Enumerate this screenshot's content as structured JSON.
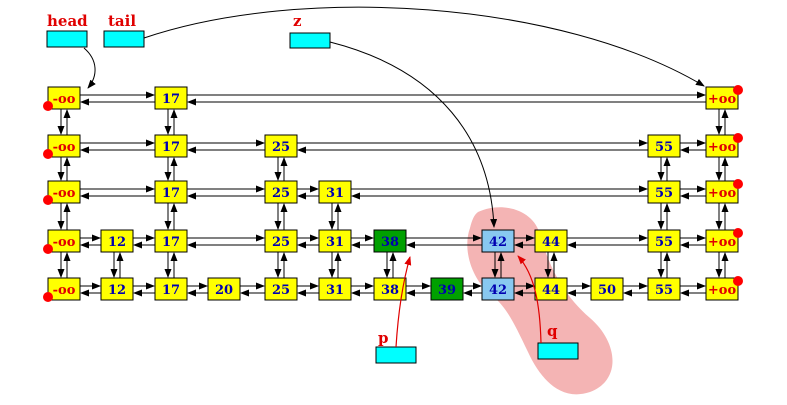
{
  "colors": {
    "node_fill": "#ffff00",
    "node_text": "#0000b0",
    "sentinel_text": "#e00000",
    "pointer_fill": "#00ffff",
    "label_text": "#e00000",
    "highlight_fill": "#f4b4b4",
    "new_node_fill": "#00a000",
    "found_fill": "#88c8f0",
    "dot": "#ff0000",
    "arrow": "#000000",
    "pointer_arrow_red": "#e00000"
  },
  "pointers": {
    "head": "head",
    "tail": "tail",
    "z": "z",
    "p": "p",
    "q": "q"
  },
  "levels": [
    {
      "nodes": [
        "-oo",
        "17",
        "+oo"
      ]
    },
    {
      "nodes": [
        "-oo",
        "17",
        "25",
        "55",
        "+oo"
      ]
    },
    {
      "nodes": [
        "-oo",
        "17",
        "25",
        "31",
        "55",
        "+oo"
      ]
    },
    {
      "nodes": [
        "-oo",
        "12",
        "17",
        "25",
        "31",
        "38",
        "42",
        "44",
        "55",
        "+oo"
      ]
    },
    {
      "nodes": [
        "-oo",
        "12",
        "17",
        "20",
        "25",
        "31",
        "38",
        "39",
        "42",
        "44",
        "50",
        "55",
        "+oo"
      ]
    }
  ]
}
